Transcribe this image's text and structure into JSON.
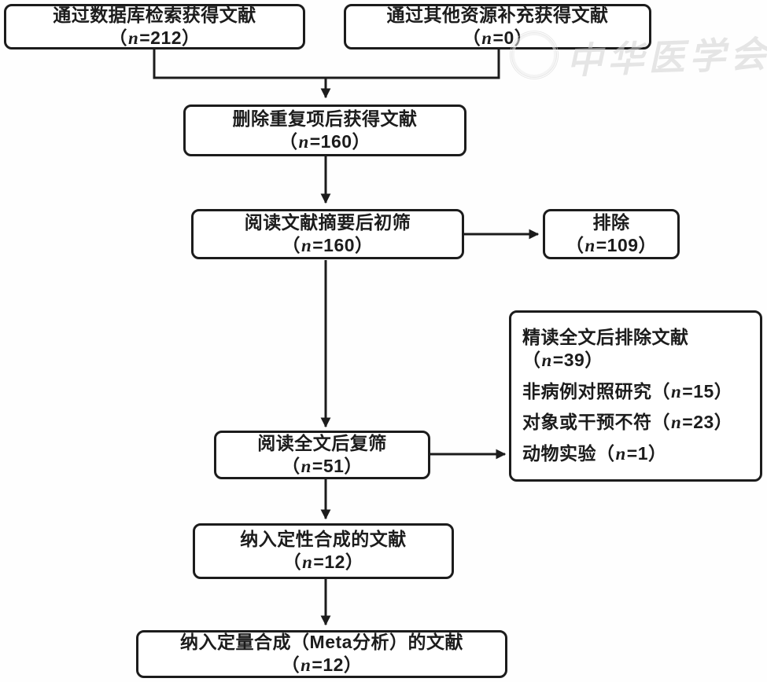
{
  "figure": {
    "type": "flowchart",
    "background_color": "#ffffff",
    "stroke_color": "#1c1c1c",
    "text_color": "#1c1c1c"
  },
  "watermark": {
    "text": "中华医学会",
    "seal_icon": "circular-seal"
  },
  "boxes": {
    "db_search": {
      "text": "通过数据库检索获得文献（",
      "n": "n",
      "rest": "=212）"
    },
    "other_sources": {
      "text": "通过其他资源补充获得文献（",
      "n": "n",
      "rest": "=0）"
    },
    "dedup": {
      "text": "删除重复项后获得文献（",
      "n": "n",
      "rest": "=160）"
    },
    "abstract_screen": {
      "text": "阅读文献摘要后初筛（",
      "n": "n",
      "rest": "=160）"
    },
    "excluded_initial": {
      "text": "排除（",
      "n": "n",
      "rest": "=109）"
    },
    "fulltext_excluded": {
      "lines": [
        {
          "text": "精读全文后排除文献（",
          "n": "n",
          "rest": "=39）"
        },
        {
          "text": "非病例对照研究（",
          "n": "n",
          "rest": "=15）"
        },
        {
          "text": "对象或干预不符（",
          "n": "n",
          "rest": "=23）"
        },
        {
          "text": "动物实验（",
          "n": "n",
          "rest": "=1）"
        }
      ]
    },
    "fulltext_screen": {
      "text": "阅读全文后复筛（",
      "n": "n",
      "rest": "=51）"
    },
    "qualitative": {
      "text": "纳入定性合成的文献（",
      "n": "n",
      "rest": "=12）"
    },
    "quantitative": {
      "text": "纳入定量合成（Meta分析）的文献（",
      "n": "n",
      "rest": "=12）"
    }
  }
}
